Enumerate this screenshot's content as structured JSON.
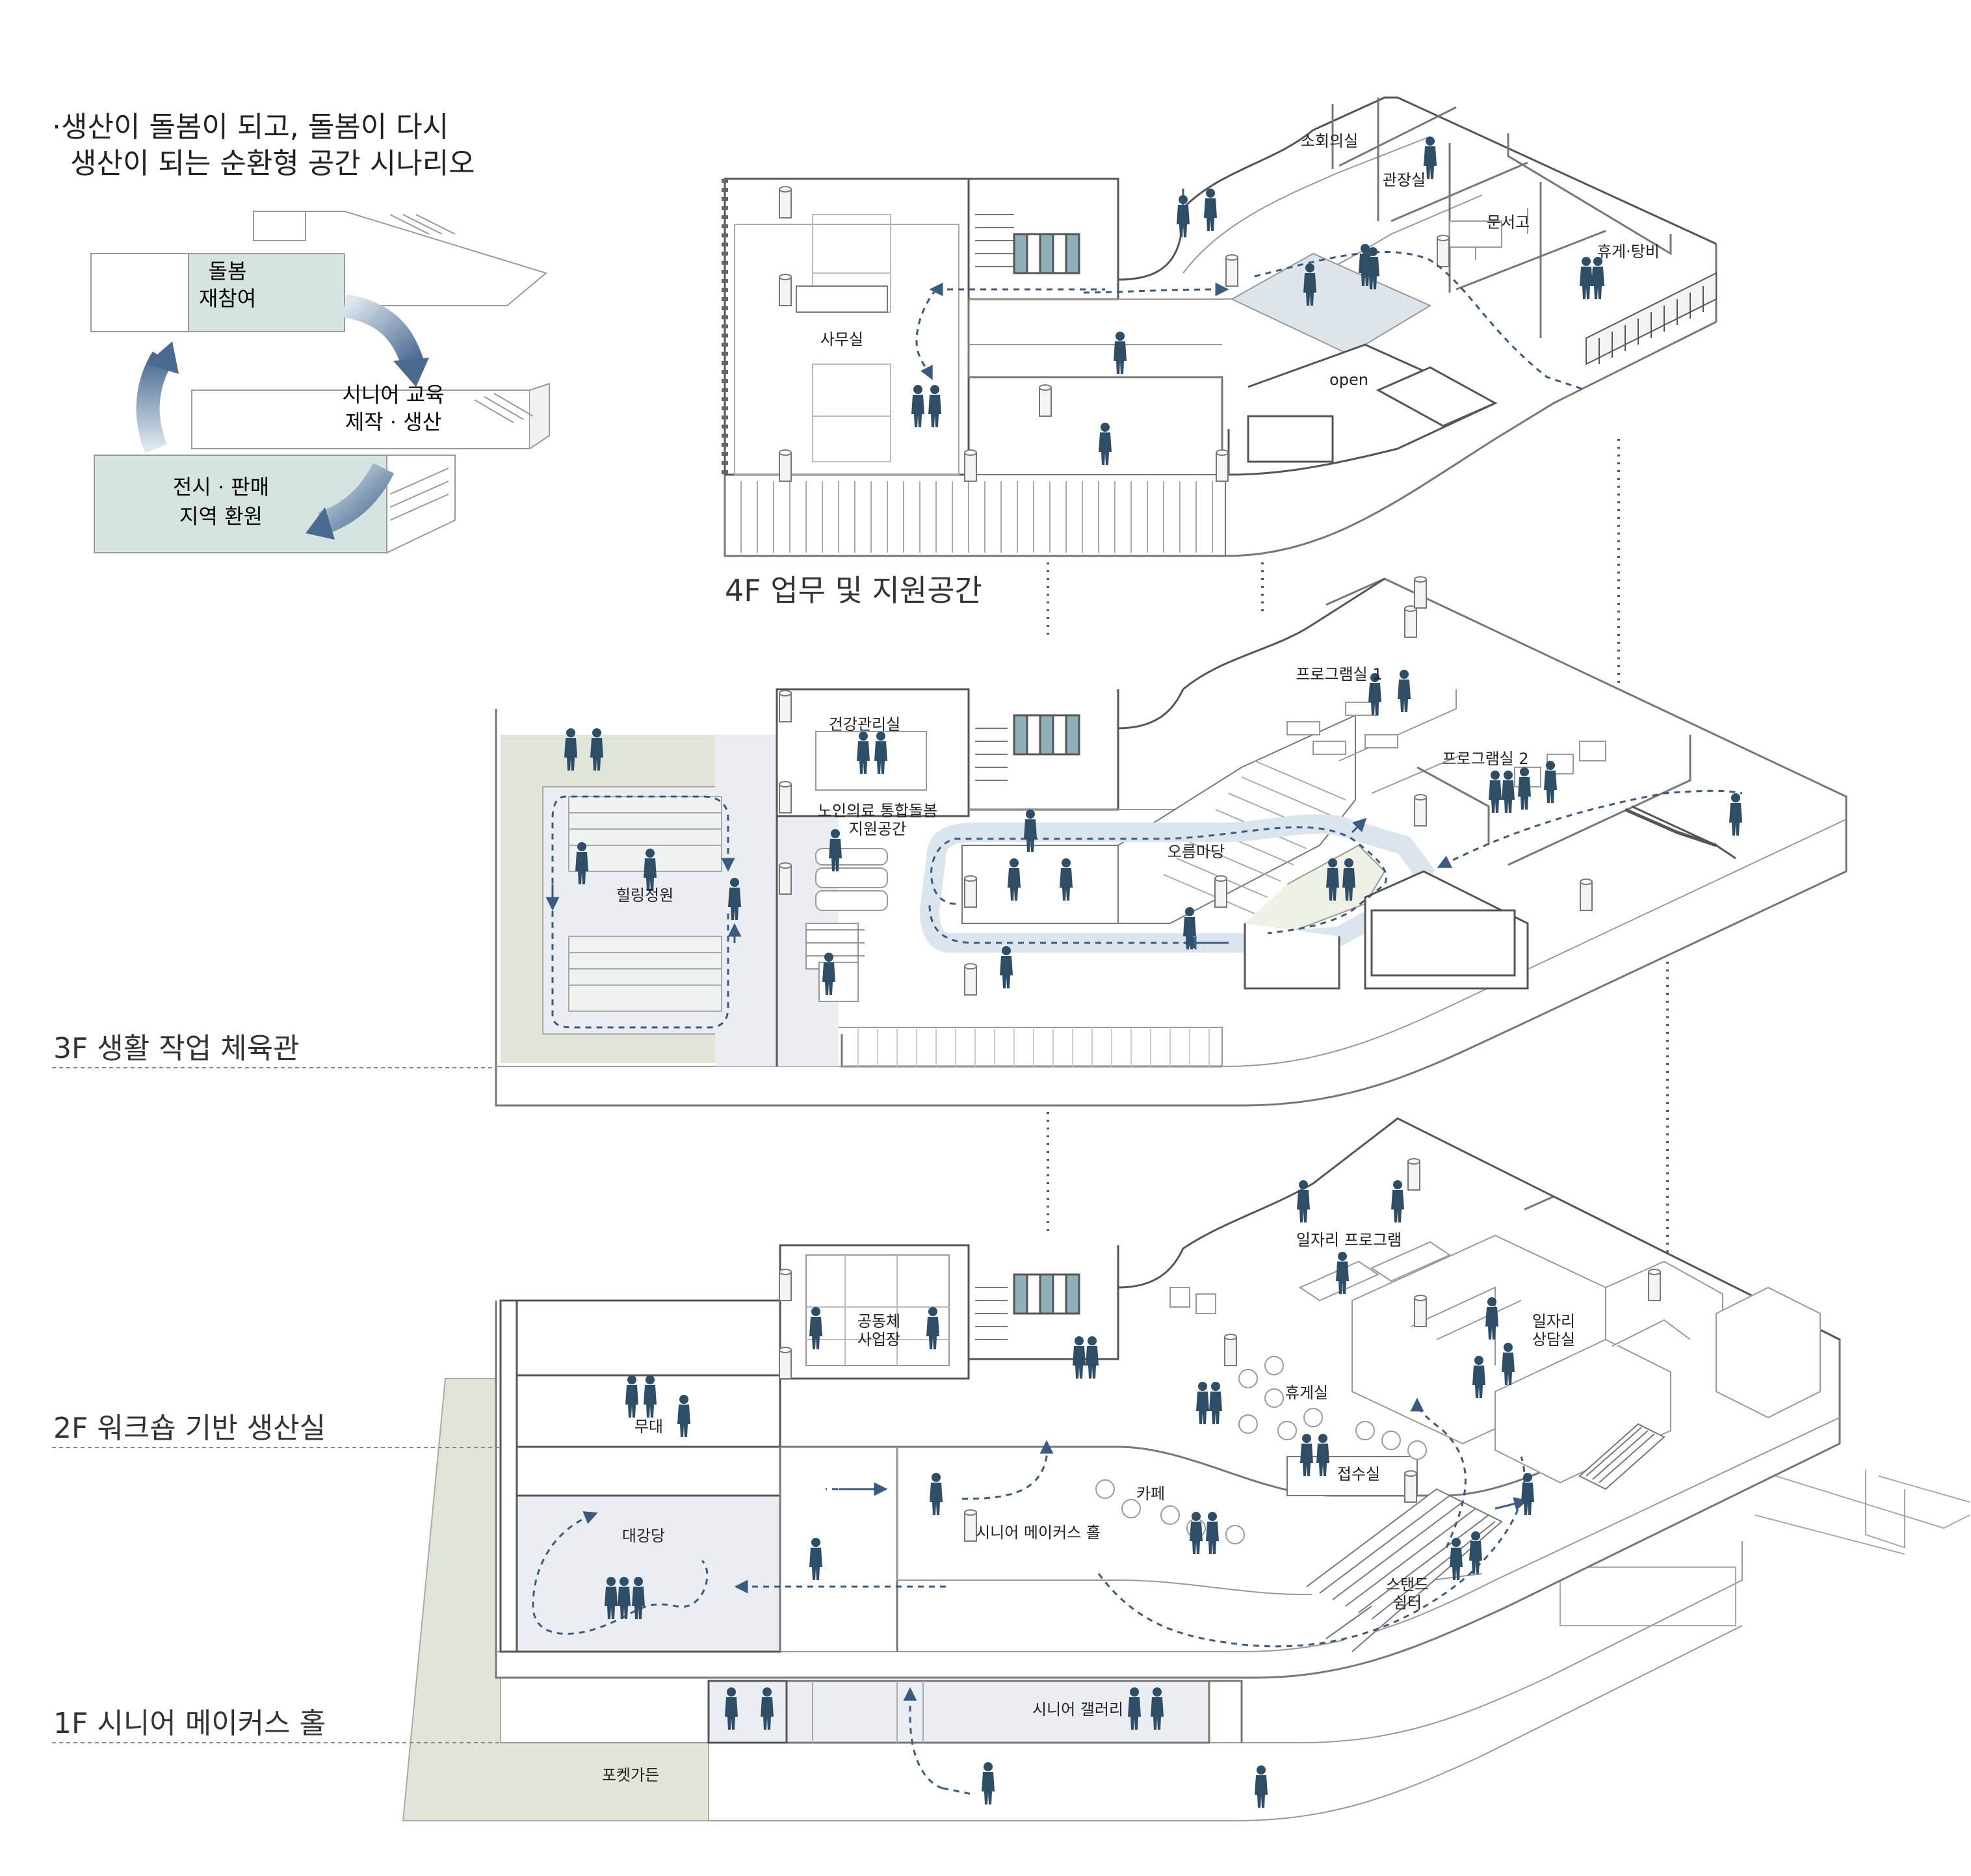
{
  "intro": {
    "bullet": "·",
    "line1": "생산이 돌봄이 되고, 돌봄이 다시",
    "line2": "생산이 되는 순환형 공간 시나리오"
  },
  "cycle": {
    "step_top_a": "돌봄",
    "step_top_b": "재참여",
    "step_mid_a": "시니어 교육",
    "step_mid_b": "제작 · 생산",
    "step_bot_a": "전시 · 판매",
    "step_bot_b": "지역 환원"
  },
  "floors": {
    "f4": {
      "title": "4F 업무 및 지원공간",
      "rooms": {
        "small_meeting": "소회의실",
        "director": "관장실",
        "archive": "문서고",
        "lounge": "휴게·탕비",
        "office": "사무실",
        "open": "open"
      }
    },
    "f3": {
      "title": "3F 생활 작업 체육관",
      "rooms": {
        "program1": "프로그램실 1",
        "program2": "프로그램실 2",
        "health": "건강관리실",
        "care_a": "노인의료 통합돌봄",
        "care_b": "지원공간",
        "steps": "오름마당",
        "garden": "힐링정원"
      }
    },
    "f2": {
      "title": "2F 워크숍 기반 생산실",
      "rooms": {
        "job_program": "일자리 프로그램",
        "community_a": "공동체",
        "community_b": "사업장",
        "job_consult_a": "일자리",
        "job_consult_b": "상담실",
        "lounge": "휴게실",
        "stage": "무대",
        "reception": "접수실",
        "cafe": "카페",
        "auditorium": "대강당",
        "makers_hall": "시니어 메이커스 홀",
        "stand_a": "스탠드",
        "stand_b": "쉼터"
      }
    },
    "f1": {
      "title": "1F 시니어 메이커스 홀",
      "rooms": {
        "gallery": "시니어 갤러리",
        "pocket_garden": "포켓가든"
      }
    }
  },
  "colors": {
    "person": "#2e4d66",
    "flow": "#3a5a80",
    "wall": "#555555",
    "line": "#9a9a9a",
    "floor_fill": "#eaeef2",
    "garden_fill": "#dfe6d8",
    "glass_fill": "#8fb0b8",
    "cycle_block": "#d5e4e0"
  }
}
